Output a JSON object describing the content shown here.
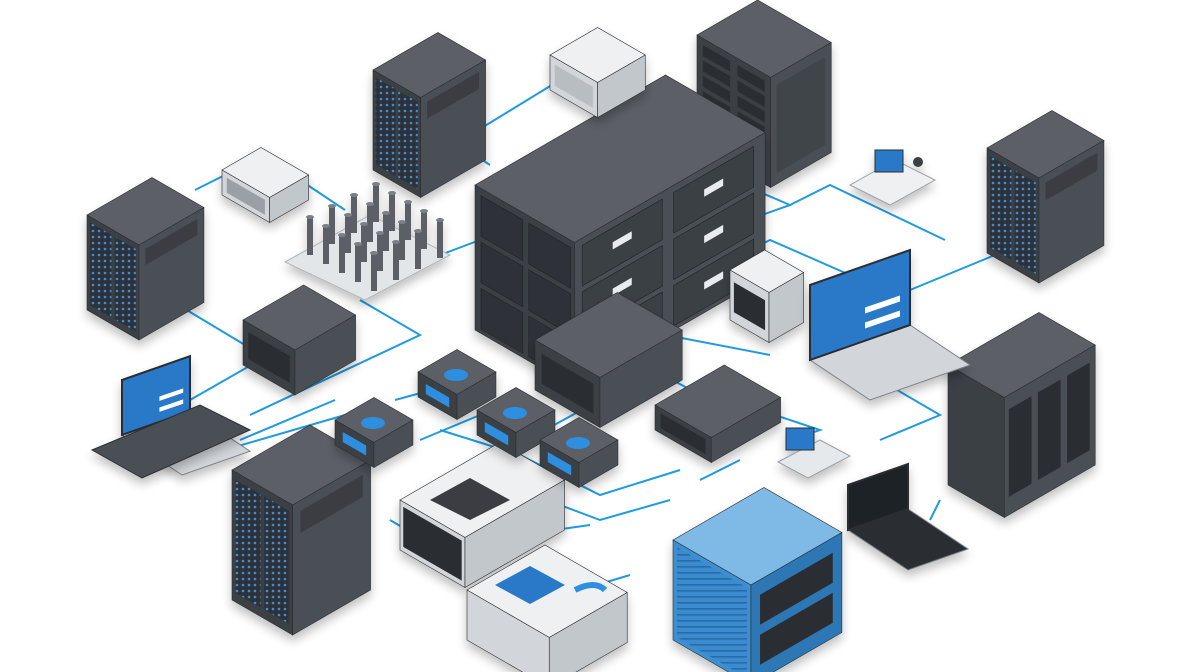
{
  "palette": {
    "background": "#ffffff",
    "connector": "#1f9be0",
    "dark_top": "#5c6166",
    "dark_left": "#3b3f44",
    "dark_right": "#4a4f55",
    "light_top": "#eef0f2",
    "light_left": "#d2d6da",
    "light_right": "#c2c7cc",
    "blue_top": "#7fb9e6",
    "blue_left": "#3e8fd0",
    "blue_right": "#2f77b5",
    "screen_blue": "#2a78c8",
    "glow_blue": "#2e8fe0"
  },
  "devices": [
    {
      "name": "server-rack-top",
      "icon": "server-rack"
    },
    {
      "name": "mini-server-top",
      "icon": "mini-server"
    },
    {
      "name": "tower-server-top-right",
      "icon": "tower-server"
    },
    {
      "name": "network-switch-left",
      "icon": "network-switch"
    },
    {
      "name": "antenna-array",
      "icon": "antenna-array"
    },
    {
      "name": "storage-array-center",
      "icon": "storage-array"
    },
    {
      "name": "workstation-desk",
      "icon": "workstation"
    },
    {
      "name": "server-rack-far-right",
      "icon": "server-rack"
    },
    {
      "name": "server-rack-left",
      "icon": "server-rack"
    },
    {
      "name": "network-box-left",
      "icon": "network-box"
    },
    {
      "name": "pos-terminal",
      "icon": "terminal"
    },
    {
      "name": "laptop-right",
      "icon": "laptop"
    },
    {
      "name": "router-center",
      "icon": "router"
    },
    {
      "name": "hub-a",
      "icon": "hub"
    },
    {
      "name": "hub-b",
      "icon": "hub"
    },
    {
      "name": "hub-c",
      "icon": "hub"
    },
    {
      "name": "hub-d",
      "icon": "hub"
    },
    {
      "name": "laptop-left",
      "icon": "laptop"
    },
    {
      "name": "switch-small-right",
      "icon": "switch"
    },
    {
      "name": "server-cluster-right",
      "icon": "server-rack"
    },
    {
      "name": "monitor-device",
      "icon": "monitor"
    },
    {
      "name": "laptop-dark",
      "icon": "laptop"
    },
    {
      "name": "server-rack-bottom-left",
      "icon": "server-rack"
    },
    {
      "name": "patch-panel",
      "icon": "patch-panel"
    },
    {
      "name": "blue-server-unit",
      "icon": "server"
    },
    {
      "name": "storage-device-bottom",
      "icon": "storage"
    }
  ]
}
